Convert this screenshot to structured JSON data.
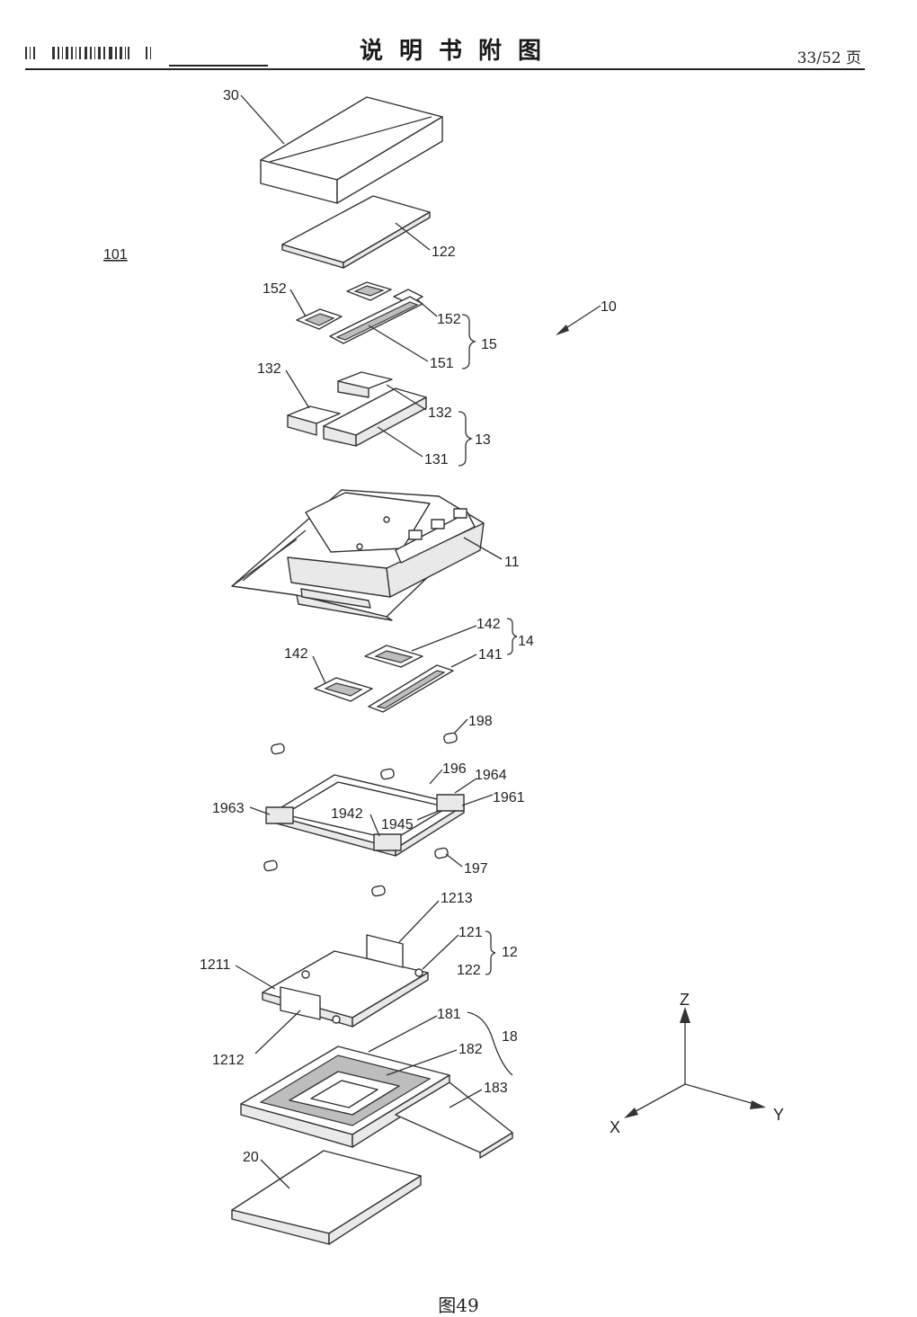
{
  "header": {
    "title": "说明书附图",
    "page": "33/52 页"
  },
  "figure": {
    "caption": "图49",
    "assembly_label": "101",
    "labels": {
      "l30": "30",
      "l122a": "122",
      "l152a": "152",
      "l152b": "152",
      "l151": "151",
      "l15": "15",
      "l10": "10",
      "l132a": "132",
      "l132b": "132",
      "l131": "131",
      "l13": "13",
      "l11": "11",
      "l142a": "142",
      "l142b": "142",
      "l141": "141",
      "l14": "14",
      "l198": "198",
      "l196": "196",
      "l1964": "1964",
      "l1961": "1961",
      "l1963": "1963",
      "l1942": "1942",
      "l1945": "1945",
      "l197": "197",
      "l1213": "1213",
      "l121": "121",
      "l122b": "122",
      "l12": "12",
      "l1211": "1211",
      "l1212": "1212",
      "l181": "181",
      "l182": "182",
      "l18": "18",
      "l183": "183",
      "l20": "20"
    },
    "axes": {
      "z": "Z",
      "x": "X",
      "y": "Y"
    }
  }
}
